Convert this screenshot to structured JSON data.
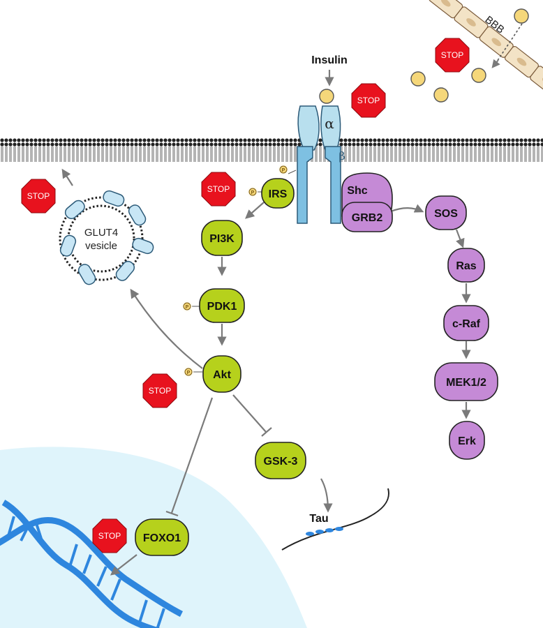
{
  "colors": {
    "akt_pathway": "#b6d11c",
    "mapk_pathway": "#c58ad6",
    "receptor": "#7ec0e2",
    "receptor_alpha": "#b8dfee",
    "stop": "#e8121e",
    "insulin": "#f5d77a",
    "nucleus": "#dff4fb",
    "dna": "#2e86de",
    "bbb_cell": "#f3e3c6"
  },
  "labels": {
    "insulin": "Insulin",
    "bbb": "BBB",
    "alpha": "α",
    "beta": "β",
    "glut4_line1": "GLUT4",
    "glut4_line2": "vesicle",
    "tau": "Tau",
    "phospho": "P",
    "stop": "STOP"
  },
  "nodes": {
    "irs": "IRS",
    "pi3k": "PI3K",
    "pdk1": "PDK1",
    "akt": "Akt",
    "gsk3": "GSK-3",
    "foxo1": "FOXO1",
    "shc": "Shc",
    "grb2": "GRB2",
    "sos": "SOS",
    "ras": "Ras",
    "craf": "c-Raf",
    "mek": "MEK1/2",
    "erk": "Erk"
  }
}
